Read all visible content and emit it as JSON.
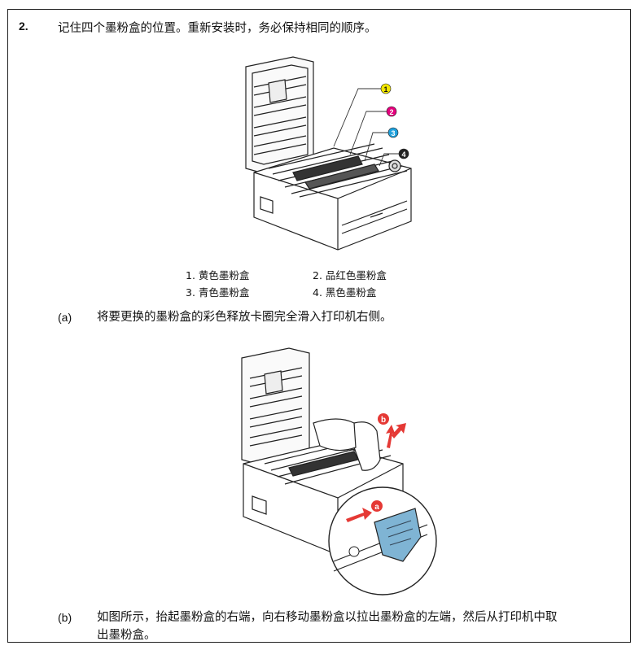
{
  "step": {
    "number": "2.",
    "text": "记住四个墨粉盒的位置。重新安装时，务必保持相同的顺序。"
  },
  "figure1": {
    "callouts": [
      {
        "label": "1",
        "color": "#f2e600",
        "text_color": "#111111"
      },
      {
        "label": "2",
        "color": "#e6007e",
        "text_color": "#ffffff"
      },
      {
        "label": "3",
        "color": "#1ea0dc",
        "text_color": "#ffffff"
      },
      {
        "label": "4",
        "color": "#222222",
        "text_color": "#ffffff"
      }
    ]
  },
  "legend": {
    "item1": "1. 黄色墨粉盒",
    "item2": "2. 品红色墨粉盒",
    "item3": "3. 青色墨粉盒",
    "item4": "4. 黑色墨粉盒"
  },
  "substep_a": {
    "label": "(a)",
    "text": "将要更换的墨粉盒的彩色释放卡圈完全滑入打印机右侧。"
  },
  "figure2": {
    "callout_a": "a",
    "callout_b": "b",
    "accent_red": "#e53935",
    "cartridge_blue": "#7fb4d4"
  },
  "substep_b": {
    "label": "(b)",
    "text_line1": "如图所示，抬起墨粉盒的右端，向右移动墨粉盒以拉出墨粉盒的左端，然后从打印机中取",
    "text_line2": "出墨粉盒。"
  }
}
